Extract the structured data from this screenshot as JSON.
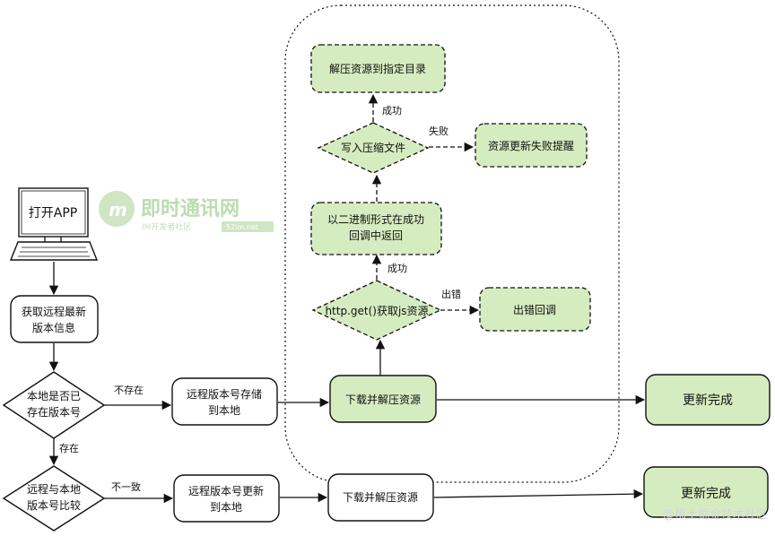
{
  "nodes": {
    "open_app": "打开APP",
    "get_remote_version_line1": "获取远程最新",
    "get_remote_version_line2": "版本信息",
    "local_exists_line1": "本地是否已",
    "local_exists_line2": "存在版本号",
    "store_version_line1": "远程版本号存储",
    "store_version_line2": "到本地",
    "download_unzip_top": "下载并解压资源",
    "update_done_top": "更新完成",
    "compare_line1": "远程与本地",
    "compare_line2": "版本号比较",
    "update_version_line1": "远程版本号更新",
    "update_version_line2": "到本地",
    "download_unzip_bottom": "下载并解压资源",
    "update_done_bottom": "更新完成",
    "http_get": "http.get()获取js资源",
    "error_callback": "出错回调",
    "binary_callback_line1": "以二进制形式在成功",
    "binary_callback_line2": "回调中返回",
    "write_zip": "写入压缩文件",
    "update_fail": "资源更新失败提醒",
    "unzip_to_dir": "解压资源到指定目录"
  },
  "edges": {
    "not_exists": "不存在",
    "exists": "存在",
    "inconsistent": "不一致",
    "error": "出错",
    "success_1": "成功",
    "success_2": "成功",
    "failed": "失败"
  },
  "watermark": {
    "title": "即时通讯网",
    "subtitle": "IM开发者社区",
    "tag": "52im.net"
  },
  "footer": "@稀土掘金技术社区",
  "colors": {
    "highlight_fill": "#d5ecc0",
    "stroke": "#111111"
  }
}
